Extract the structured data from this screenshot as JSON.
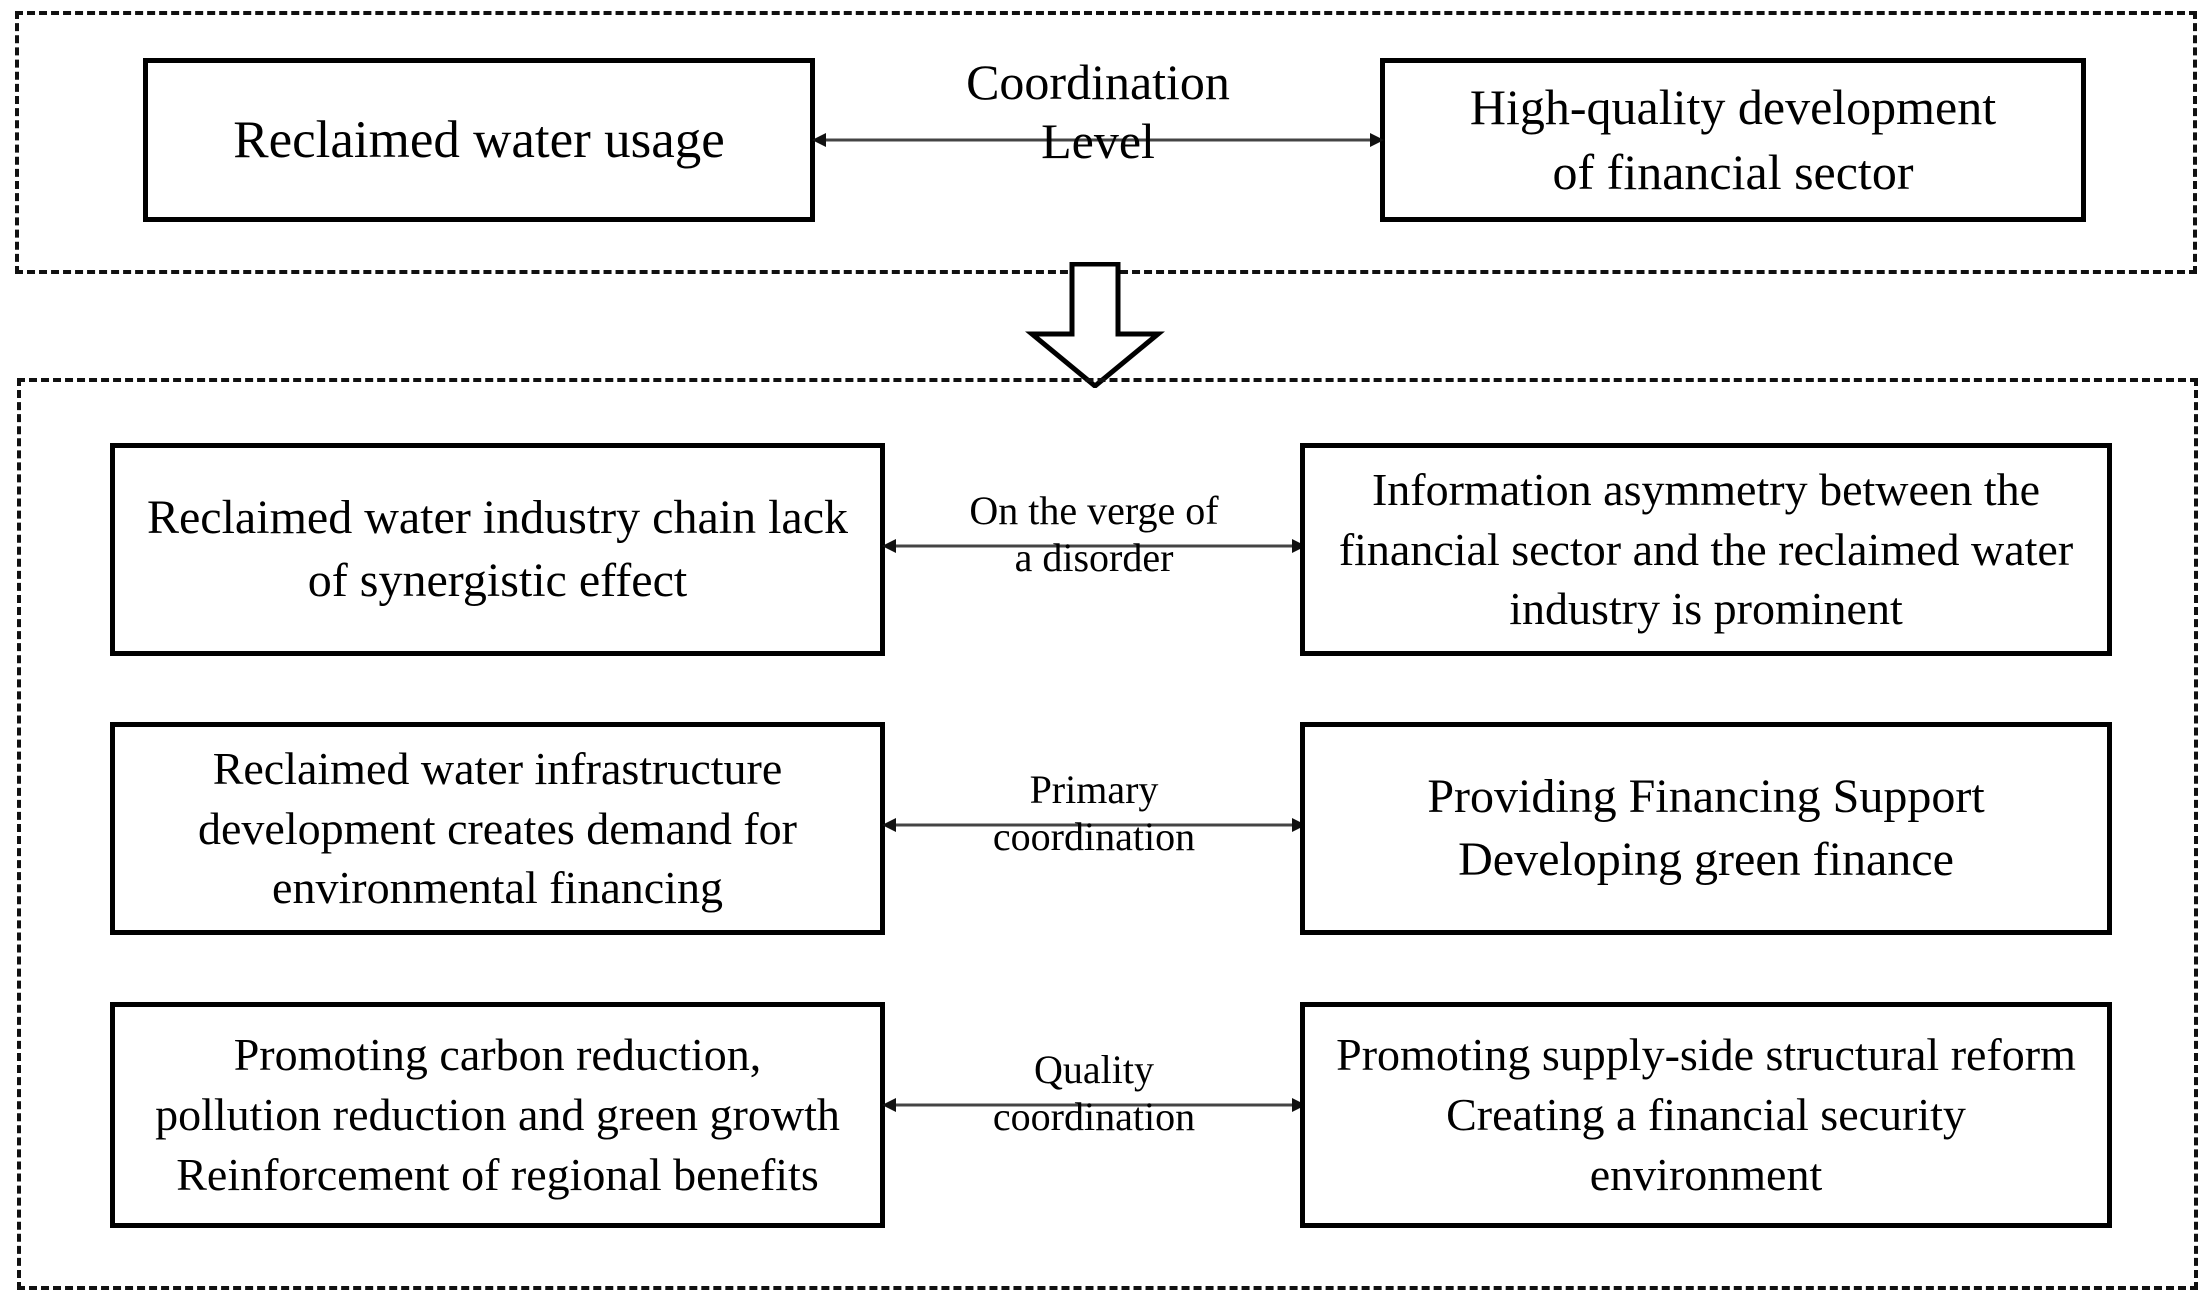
{
  "diagram": {
    "title": "Coordination between reclaimed water usage and high-quality financial development",
    "colors": {
      "box_border": "#000000",
      "group_border": "#111111",
      "background": "#ffffff",
      "text": "#000000",
      "arrow": "#333333"
    }
  },
  "top_group": {
    "left_box": {
      "label": "Reclaimed water usage"
    },
    "right_box": {
      "label": "High-quality  development\nof financial sector"
    },
    "connector": {
      "label": "Coordination\nLevel",
      "direction": "double"
    }
  },
  "flow": {
    "arrow_direction": "down",
    "icon": "down-block-arrow"
  },
  "bottom_group": {
    "rows": [
      {
        "left_box": {
          "label": "Reclaimed water industry chain lack\nof synergistic effect"
        },
        "connector": {
          "label": "On the verge of\na disorder",
          "direction": "double"
        },
        "right_box": {
          "label": "Information asymmetry between the\nfinancial sector and the reclaimed water\nindustry is prominent"
        }
      },
      {
        "left_box": {
          "label": "Reclaimed water infrastructure\ndevelopment creates demand for\nenvironmental financing"
        },
        "connector": {
          "label": "Primary\ncoordination",
          "direction": "double"
        },
        "right_box": {
          "label": "Providing Financing Support\nDeveloping green finance"
        }
      },
      {
        "left_box": {
          "label": "Promoting carbon reduction,\npollution reduction and green growth\nReinforcement of regional benefits"
        },
        "connector": {
          "label": "Quality\ncoordination",
          "direction": "double"
        },
        "right_box": {
          "label": "Promoting supply-side structural reform\nCreating a financial security\nenvironment"
        }
      }
    ]
  }
}
